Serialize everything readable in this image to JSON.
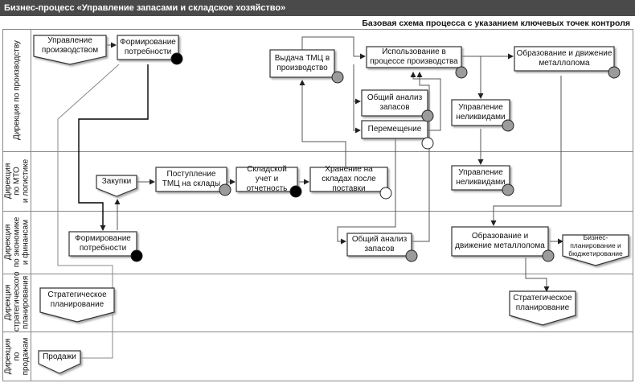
{
  "header": {
    "title": "Бизнес-процесс «Управление запасами и складское хозяйство»",
    "subtitle": "Базовая схема процесса с указанием ключевых точек контроля"
  },
  "lanes": [
    {
      "id": "production",
      "label": "Дирекция по производству"
    },
    {
      "id": "mto",
      "label": "Дирекция\nпо МТО\nи логистике"
    },
    {
      "id": "economics",
      "label": "Дирекция\nпо экономике\nи финансам"
    },
    {
      "id": "strategy",
      "label": "Дирекция\nстратегического\nпланирования"
    },
    {
      "id": "sales",
      "label": "Дирекция\nпо продажам"
    }
  ],
  "nodes": {
    "production_mgmt": "Управление производством",
    "need_forming_prod": "Формирование потребности",
    "issue_tmc": "Выдача ТМЦ в производство",
    "usage": "Использование в процессе производства",
    "scrap_prod": "Образование и движение металлолома",
    "general_analysis_prod": "Общий анализ запасов",
    "movement": "Перемещение",
    "illiquid_prod": "Управление неликвидами",
    "purchases": "Закупки",
    "tmc_receipt": "Поступление ТМЦ на склады",
    "warehouse_accounting": "Складской учет и отчетность",
    "storage": "Хранение на складах после поставки",
    "illiquid_mto": "Управление неликвидами",
    "need_forming_econ": "Формирование потребности",
    "general_analysis_econ": "Общий анализ запасов",
    "scrap_econ": "Образование и движение металлолома",
    "budgeting": "Бизнес-планирование и бюджетирование",
    "strategic_planning_left": "Стратегическое планирование",
    "strategic_planning_right": "Стратегическое планирование",
    "sales": "Продажи"
  },
  "colors": {
    "title_bar": "#4a4a4a",
    "control_point_grey": "#9b9b9b",
    "control_point_black": "#000000",
    "control_point_white": "#ffffff"
  }
}
